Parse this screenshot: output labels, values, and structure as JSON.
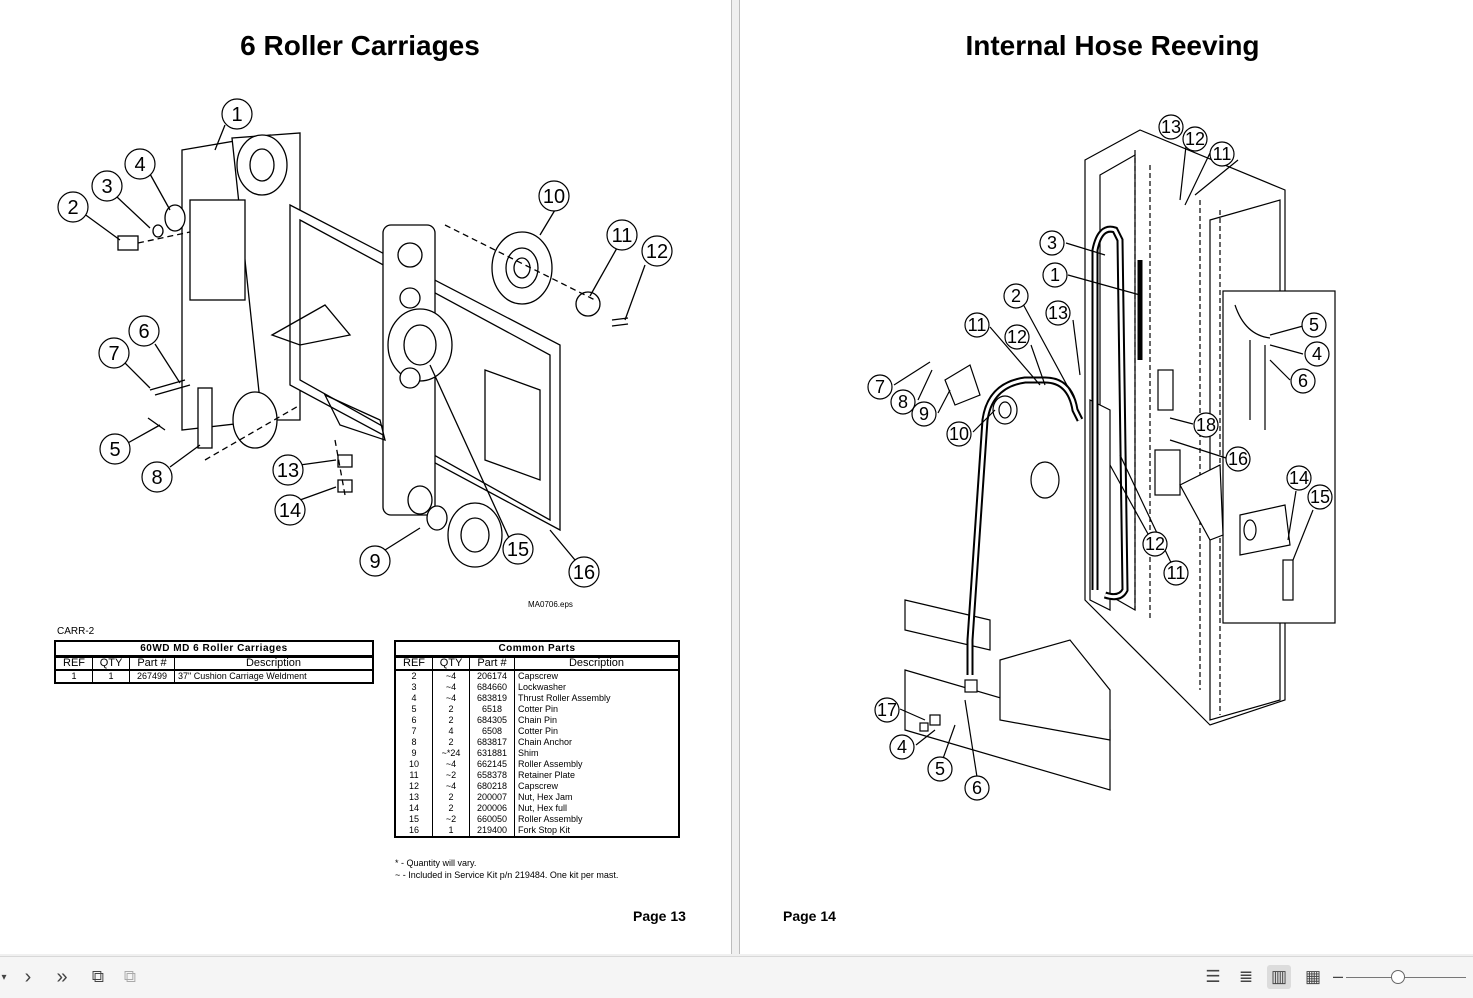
{
  "left_page": {
    "title": "6 Roller Carriages",
    "figure_id": "MA0706.eps",
    "section_code": "CARR-2",
    "callouts": [
      "1",
      "2",
      "3",
      "4",
      "5",
      "6",
      "7",
      "8",
      "9",
      "10",
      "11",
      "12",
      "13",
      "14",
      "15",
      "16"
    ],
    "table1": {
      "title": "60WD MD 6 Roller Carriages",
      "headers": [
        "REF",
        "QTY",
        "Part #",
        "Description"
      ],
      "rows": [
        [
          "1",
          "1",
          "267499",
          "37\" Cushion Carriage Weldment"
        ]
      ]
    },
    "table2": {
      "title": "Common Parts",
      "headers": [
        "REF",
        "QTY",
        "Part #",
        "Description"
      ],
      "rows": [
        [
          "2",
          "~4",
          "206174",
          "Capscrew"
        ],
        [
          "3",
          "~4",
          "684660",
          "Lockwasher"
        ],
        [
          "4",
          "~4",
          "683819",
          "Thrust Roller Assembly"
        ],
        [
          "5",
          "2",
          "6518",
          "Cotter Pin"
        ],
        [
          "6",
          "2",
          "684305",
          "Chain Pin"
        ],
        [
          "7",
          "4",
          "6508",
          "Cotter Pin"
        ],
        [
          "8",
          "2",
          "683817",
          "Chain Anchor"
        ],
        [
          "9",
          "~*24",
          "631881",
          "Shim"
        ],
        [
          "10",
          "~4",
          "662145",
          "Roller Assembly"
        ],
        [
          "11",
          "~2",
          "658378",
          "Retainer Plate"
        ],
        [
          "12",
          "~4",
          "680218",
          "Capscrew"
        ],
        [
          "13",
          "2",
          "200007",
          "Nut, Hex Jam"
        ],
        [
          "14",
          "2",
          "200006",
          "Nut, Hex full"
        ],
        [
          "15",
          "~2",
          "660050",
          "Roller Assembly"
        ],
        [
          "16",
          "1",
          "219400",
          "Fork Stop Kit"
        ]
      ]
    },
    "notes": [
      "* - Quantity will vary.",
      "~ - Included in Service Kit p/n 219484. One kit per mast."
    ],
    "page_number": "Page 13"
  },
  "right_page": {
    "title": "Internal Hose Reeving",
    "callouts": [
      "1",
      "2",
      "3",
      "4",
      "5",
      "6",
      "7",
      "8",
      "9",
      "10",
      "11",
      "12",
      "13",
      "14",
      "15",
      "16",
      "17",
      "18"
    ],
    "page_number": "Page 14"
  },
  "toolbar": {
    "icons": [
      "dropdown-arrow-icon",
      "next-page-icon",
      "last-page-icon",
      "rotate-icon",
      "fit-icon",
      "single-page-icon",
      "continuous-icon",
      "two-page-icon",
      "grid-icon"
    ],
    "zoom_level": 0.5
  }
}
